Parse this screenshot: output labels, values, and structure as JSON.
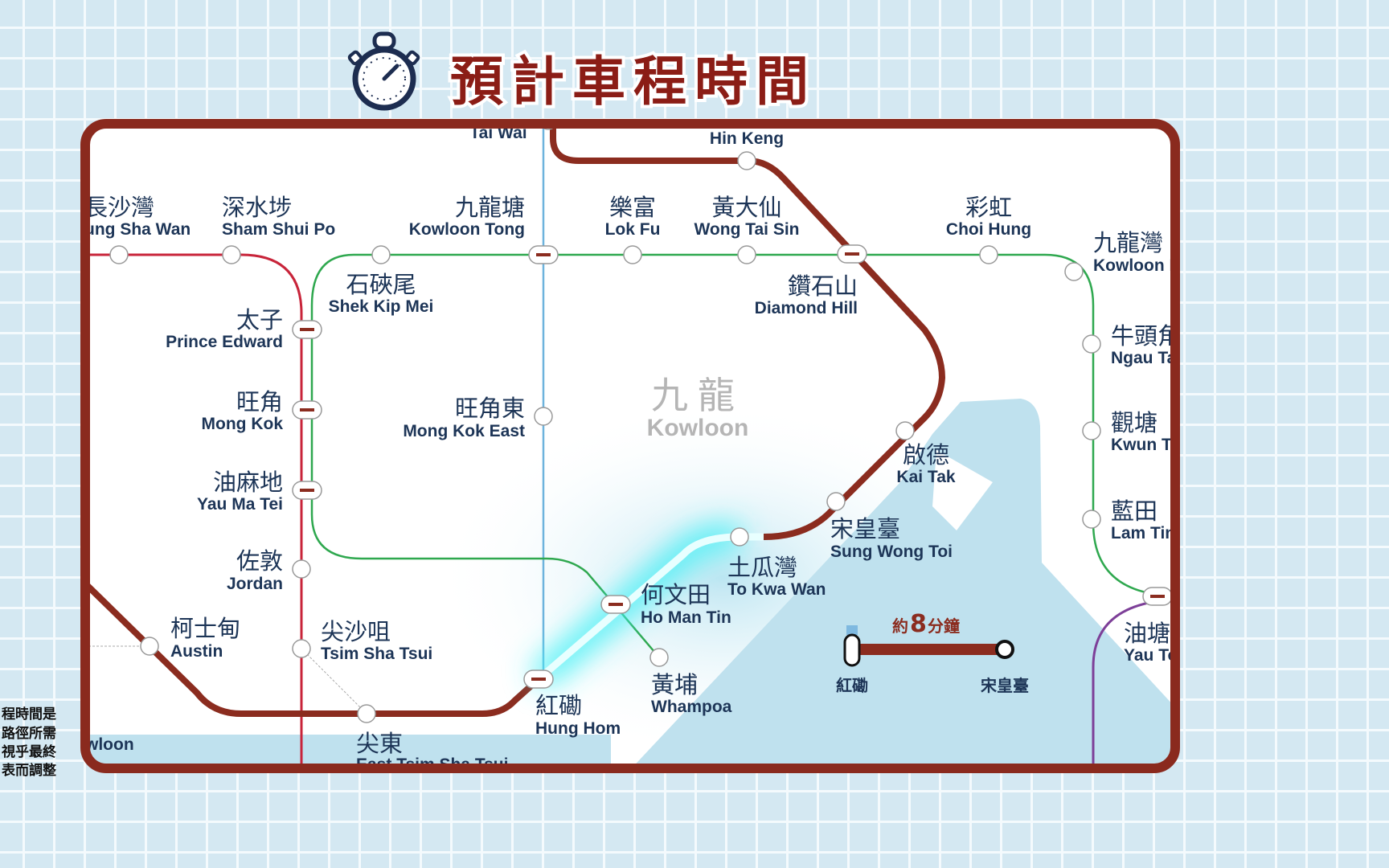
{
  "title": "預計車程時間",
  "icons": {
    "title_icon": "stopwatch-icon"
  },
  "colors": {
    "frame": "#8a2a1e",
    "tuen_ma_line": "#8b2c1f",
    "kwun_tong_line": "#2fa84f",
    "tsuen_wan_line": "#c8243a",
    "east_rail_line": "#6db3dd",
    "tseung_kwan_o_line": "#7d3f98",
    "highlight_glow": "#3ff0f5",
    "water": "#bfe1ee",
    "title": "#8b1d16"
  },
  "district": {
    "zh": "九龍",
    "en": "Kowloon"
  },
  "edge_district": {
    "zh": "",
    "en": "wloon"
  },
  "stations": [
    {
      "zh": "長沙灣",
      "en": "ung Sha Wan"
    },
    {
      "zh": "深水埗",
      "en": "Sham Shui Po"
    },
    {
      "zh": "九龍塘",
      "en": "Kowloon Tong"
    },
    {
      "zh": "樂富",
      "en": "Lok Fu"
    },
    {
      "zh": "黃大仙",
      "en": "Wong Tai Sin"
    },
    {
      "zh": "彩虹",
      "en": "Choi Hung"
    },
    {
      "zh": "九龍灣",
      "en": "Kowloon B"
    },
    {
      "zh": "石硤尾",
      "en": "Shek Kip Mei"
    },
    {
      "zh": "鑽石山",
      "en": "Diamond Hill"
    },
    {
      "zh": "太子",
      "en": "Prince Edward"
    },
    {
      "zh": "牛頭角",
      "en": "Ngau Ta"
    },
    {
      "zh": "旺角",
      "en": "Mong Kok"
    },
    {
      "zh": "旺角東",
      "en": "Mong Kok East"
    },
    {
      "zh": "觀塘",
      "en": "Kwun To"
    },
    {
      "zh": "啟德",
      "en": "Kai Tak"
    },
    {
      "zh": "油麻地",
      "en": "Yau Ma Tei"
    },
    {
      "zh": "藍田",
      "en": "Lam Tin"
    },
    {
      "zh": "宋皇臺",
      "en": "Sung Wong Toi"
    },
    {
      "zh": "佐敦",
      "en": "Jordan"
    },
    {
      "zh": "土瓜灣",
      "en": "To Kwa Wan"
    },
    {
      "zh": "何文田",
      "en": "Ho Man Tin"
    },
    {
      "zh": "柯士甸",
      "en": "Austin"
    },
    {
      "zh": "尖沙咀",
      "en": "Tsim Sha Tsui"
    },
    {
      "zh": "油塘",
      "en": "Yau To"
    },
    {
      "zh": "黃埔",
      "en": "Whampoa"
    },
    {
      "zh": "紅磡",
      "en": "Hung Hom"
    },
    {
      "zh": "尖東",
      "en": "East Tsim Sha Tsui"
    },
    {
      "zh": "",
      "en": "Tai Wai"
    },
    {
      "zh": "",
      "en": "Hin Keng"
    }
  ],
  "journey": {
    "prefix": "約",
    "minutes": "8",
    "suffix": "分鐘",
    "from": "紅磡",
    "to": "宋皇臺"
  },
  "side_note": [
    "程時間是",
    "路徑所需",
    "視乎最終",
    "表而調整"
  ]
}
